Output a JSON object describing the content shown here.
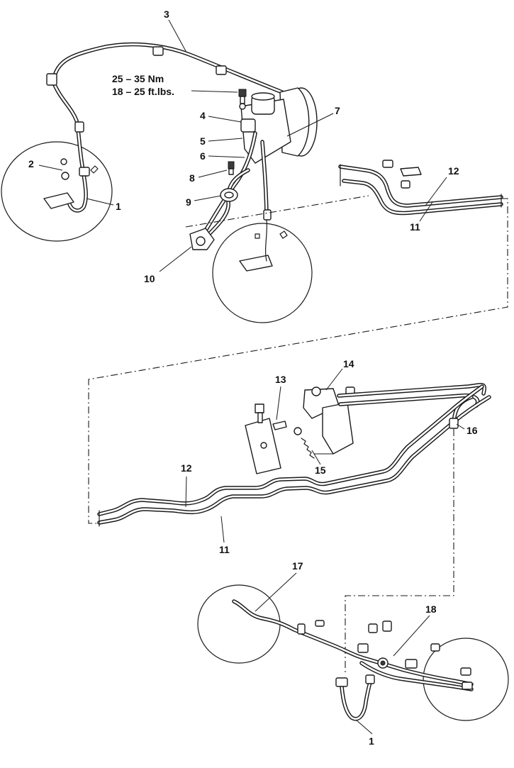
{
  "torque_spec": {
    "line1": "25 – 35 Nm",
    "line2": "18 – 25 ft.lbs."
  },
  "callouts": [
    {
      "id": "c3",
      "text": "3"
    },
    {
      "id": "c2",
      "text": "2"
    },
    {
      "id": "c1a",
      "text": "1"
    },
    {
      "id": "c4",
      "text": "4"
    },
    {
      "id": "c5",
      "text": "5"
    },
    {
      "id": "c6",
      "text": "6"
    },
    {
      "id": "c7",
      "text": "7"
    },
    {
      "id": "c8",
      "text": "8"
    },
    {
      "id": "c9",
      "text": "9"
    },
    {
      "id": "c10",
      "text": "10"
    },
    {
      "id": "c11a",
      "text": "11"
    },
    {
      "id": "c12a",
      "text": "12"
    },
    {
      "id": "c13",
      "text": "13"
    },
    {
      "id": "c14",
      "text": "14"
    },
    {
      "id": "c15",
      "text": "15"
    },
    {
      "id": "c16",
      "text": "16"
    },
    {
      "id": "c12b",
      "text": "12"
    },
    {
      "id": "c11b",
      "text": "11"
    },
    {
      "id": "c17",
      "text": "17"
    },
    {
      "id": "c18",
      "text": "18"
    },
    {
      "id": "c1b",
      "text": "1"
    }
  ]
}
